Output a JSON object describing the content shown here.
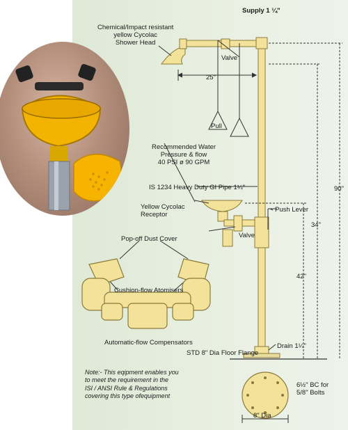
{
  "labels": {
    "supply": "Supply 1 ¼\"",
    "shower_head": "Chemical/Impact resistant\nyellow Cycolac\nShower Head",
    "valve_top": "Valve",
    "dim_25": "25\"",
    "pull": "Pull",
    "water_pressure": "Recommended Water\nPressure & flow\n40 PSI ø 90 GPM",
    "pipe": "IS 1234 Heavy Duty GI Pipe 1¼\"",
    "receptor": "Yellow Cycolac\nReceptor",
    "push_lever": "Push Lever",
    "valve_bottom": "Valve",
    "dust_cover": "Pop-off Dust Cover",
    "atomisers": "Cushion-flow Atomisers",
    "compensators": "Automatic-flow Compensators",
    "drain": "Drain 1¼\"",
    "flange": "STD 8\" Dia Floor Flange",
    "dim_90": "90\"",
    "dim_34": "34\"",
    "dim_42": "42\"",
    "bolt_circle": "6½\" BC for\n5/8\" Bolts",
    "dia_8": "8\" Dia"
  },
  "note": "Note:- This eqipment enables you\nto meet the requirement in the\nISI / ANSI Rule & Regulations\ncovering this type ofequipment",
  "colors": {
    "background": "#e3ecdb",
    "fixture_yellow": "#f3e29a",
    "fixture_outline": "#8a7a3a",
    "line": "#333333"
  }
}
